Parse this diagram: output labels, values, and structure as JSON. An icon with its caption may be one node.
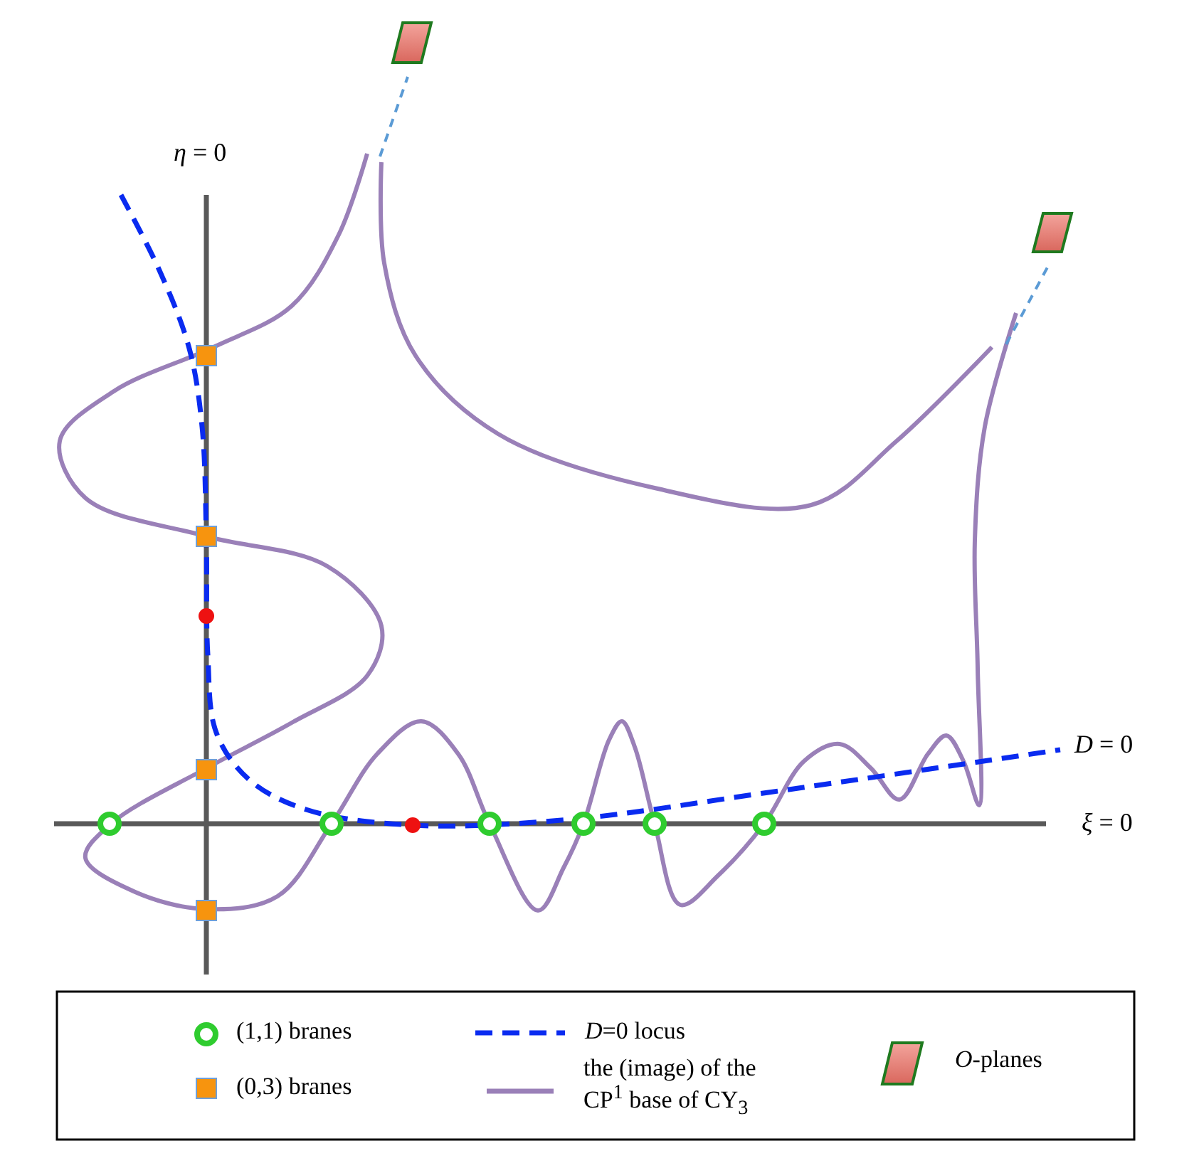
{
  "diagram": {
    "nodes": [
      {
        "text": [],
        "shape": "parallelogram"
      },
      {
        "text": [],
        "shape": "parallelogram"
      }
    ],
    "edges": [
      {
        "from": null,
        "to": 0,
        "arrow": "none",
        "style": "dashed"
      },
      {
        "from": null,
        "to": 1,
        "arrow": "none",
        "style": "dashed"
      }
    ],
    "labels": [
      "*η* = 0",
      "*D* = 0",
      "*ξ* = 0"
    ],
    "legend": [
      {
        "text": "(1,1) branes"
      },
      {
        "text": "(0,3) branes"
      },
      {
        "text": "*D*=0 locus"
      },
      {
        "text": "the (image) of the CP$^{1}$ base of CY$_{3}$"
      },
      {
        "text": "*O*-planes"
      }
    ]
  }
}
